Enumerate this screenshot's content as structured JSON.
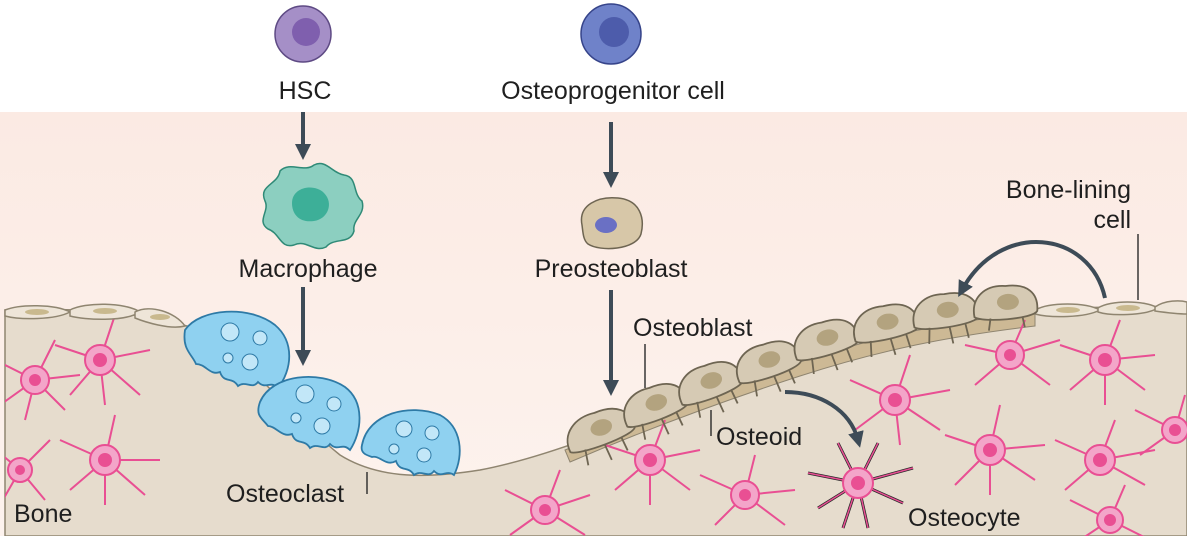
{
  "labels": {
    "hsc": "HSC",
    "osteoprogenitor": "Osteoprogenitor cell",
    "macrophage": "Macrophage",
    "preosteoblast": "Preosteoblast",
    "osteoblast": "Osteoblast",
    "osteoid": "Osteoid",
    "osteoclast": "Osteoclast",
    "osteocyte": "Osteocyte",
    "bone": "Bone",
    "bone_lining_line1": "Bone-lining",
    "bone_lining_line2": "cell"
  },
  "colors": {
    "background_top": "#ffffff",
    "background_band": "#fbe9e2",
    "bone_matrix": "#e6dccd",
    "osteoid": "#cdb995",
    "lining_cell": "#eee5d8",
    "osteoblast": "#d6cab4",
    "osteoblast_nucleus": "#b3a37f",
    "osteoclast": "#8fd1f0",
    "osteoclast_nucleus": "#c2e7f8",
    "osteocyte": "#e94f93",
    "osteocyte_body": "#f3a5c9",
    "macrophage": "#8ccfc0",
    "macrophage_nucleus": "#3daf98",
    "hsc": "#a58fc7",
    "hsc_nucleus": "#7f5fae",
    "osteoprogenitor": "#6f82c9",
    "osteoprogenitor_nucleus": "#4d5cab",
    "preosteoblast": "#d7c7a8",
    "preosteoblast_nucleus": "#6a70c4",
    "arrow": "#3d4b57"
  }
}
